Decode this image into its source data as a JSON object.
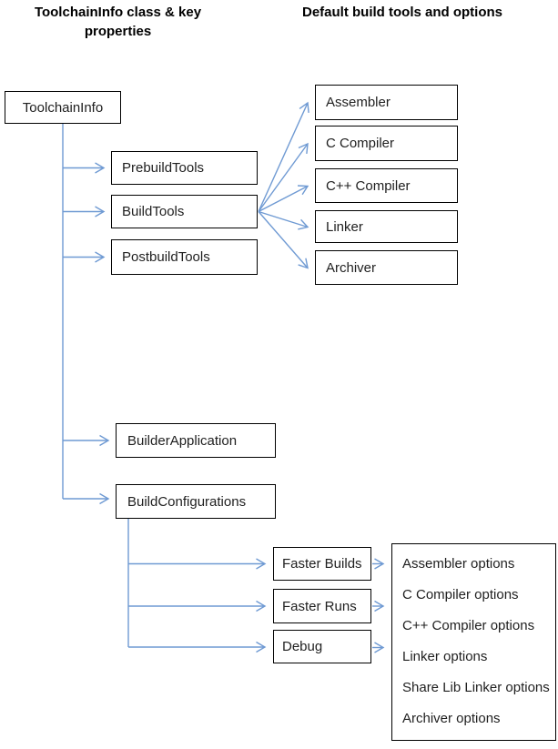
{
  "headers": {
    "left": "ToolchainInfo class & key\nproperties",
    "right": "Default build tools and options"
  },
  "nodes": {
    "toolchaininfo": "ToolchainInfo",
    "prebuildtools": "PrebuildTools",
    "buildtools": "BuildTools",
    "postbuildtools": "PostbuildTools",
    "builderapplication": "BuilderApplication",
    "buildconfigurations": "BuildConfigurations",
    "assembler": "Assembler",
    "c_compiler": "C Compiler",
    "cpp_compiler": "C++ Compiler",
    "linker": "Linker",
    "archiver": "Archiver",
    "faster_builds": "Faster Builds",
    "faster_runs": "Faster Runs",
    "debug": "Debug"
  },
  "options_box": {
    "items": [
      "Assembler options",
      "C Compiler options",
      "C++ Compiler options",
      "Linker options",
      "Share Lib Linker options",
      "Archiver options"
    ]
  },
  "colors": {
    "connector": "#6f9ad3",
    "box_border": "#000000",
    "text": "#1f1f1f"
  }
}
